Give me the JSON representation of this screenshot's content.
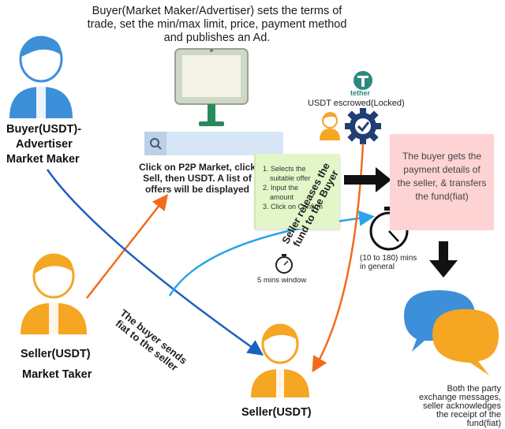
{
  "title": "Buyer(Market Maker/Advertiser) sets the terms of trade, set the min/max limit, price, payment method and publishes an Ad.",
  "buyer": {
    "line1": "Buyer(USDT)-",
    "line2": "Advertiser",
    "line3": "Market Maker"
  },
  "seller_left": {
    "line1": "Seller(USDT)",
    "line2": "Market Taker"
  },
  "seller_bottom": "Seller(USDT)",
  "p2p_instructions": "Click on P2P Market, click Sell, then USDT. A list of offers will be displayed",
  "sticky_steps": [
    "1. Selects the",
    "suitable offer",
    "2. Input the",
    "amount",
    "3. Click on Confirm"
  ],
  "tether_word": "tether",
  "escrow_text": "USDT escrowed(Locked)",
  "pink_box": "The buyer gets the payment details of the seller, & transfers the fund(fiat)",
  "timer_small": "5 mins window",
  "timer_large": {
    "line1": "(10 to 180) mins",
    "line2": "in general"
  },
  "buyer_sends": {
    "line1": "The buyer sends",
    "line2": "fiat to the seller"
  },
  "seller_releases": {
    "line1": "Seller releases the",
    "line2": "fund to the Buyer"
  },
  "exchange_note": {
    "line1": "Both the party",
    "line2": "exchange messages,",
    "line3": "seller acknowledges",
    "line4": "the receipt of the",
    "line5": "fund(fiat)"
  },
  "colors": {
    "blue_person": "#3d8fd9",
    "orange_person": "#f5a623",
    "orange_arrow": "#f26b1d",
    "blue_arrow": "#1d5fbf",
    "cyan_arrow": "#2aa4e8",
    "teal": "#2a8a7d",
    "navy_gear": "#1f3e73",
    "pink": "#fdd3d3",
    "sticky": "#e2f7c8"
  },
  "icons": [
    "person-icon",
    "monitor-icon",
    "search-icon",
    "tether-logo-icon",
    "gear-check-icon",
    "stopwatch-icon",
    "chat-bubbles-icon",
    "arrow-icon"
  ]
}
